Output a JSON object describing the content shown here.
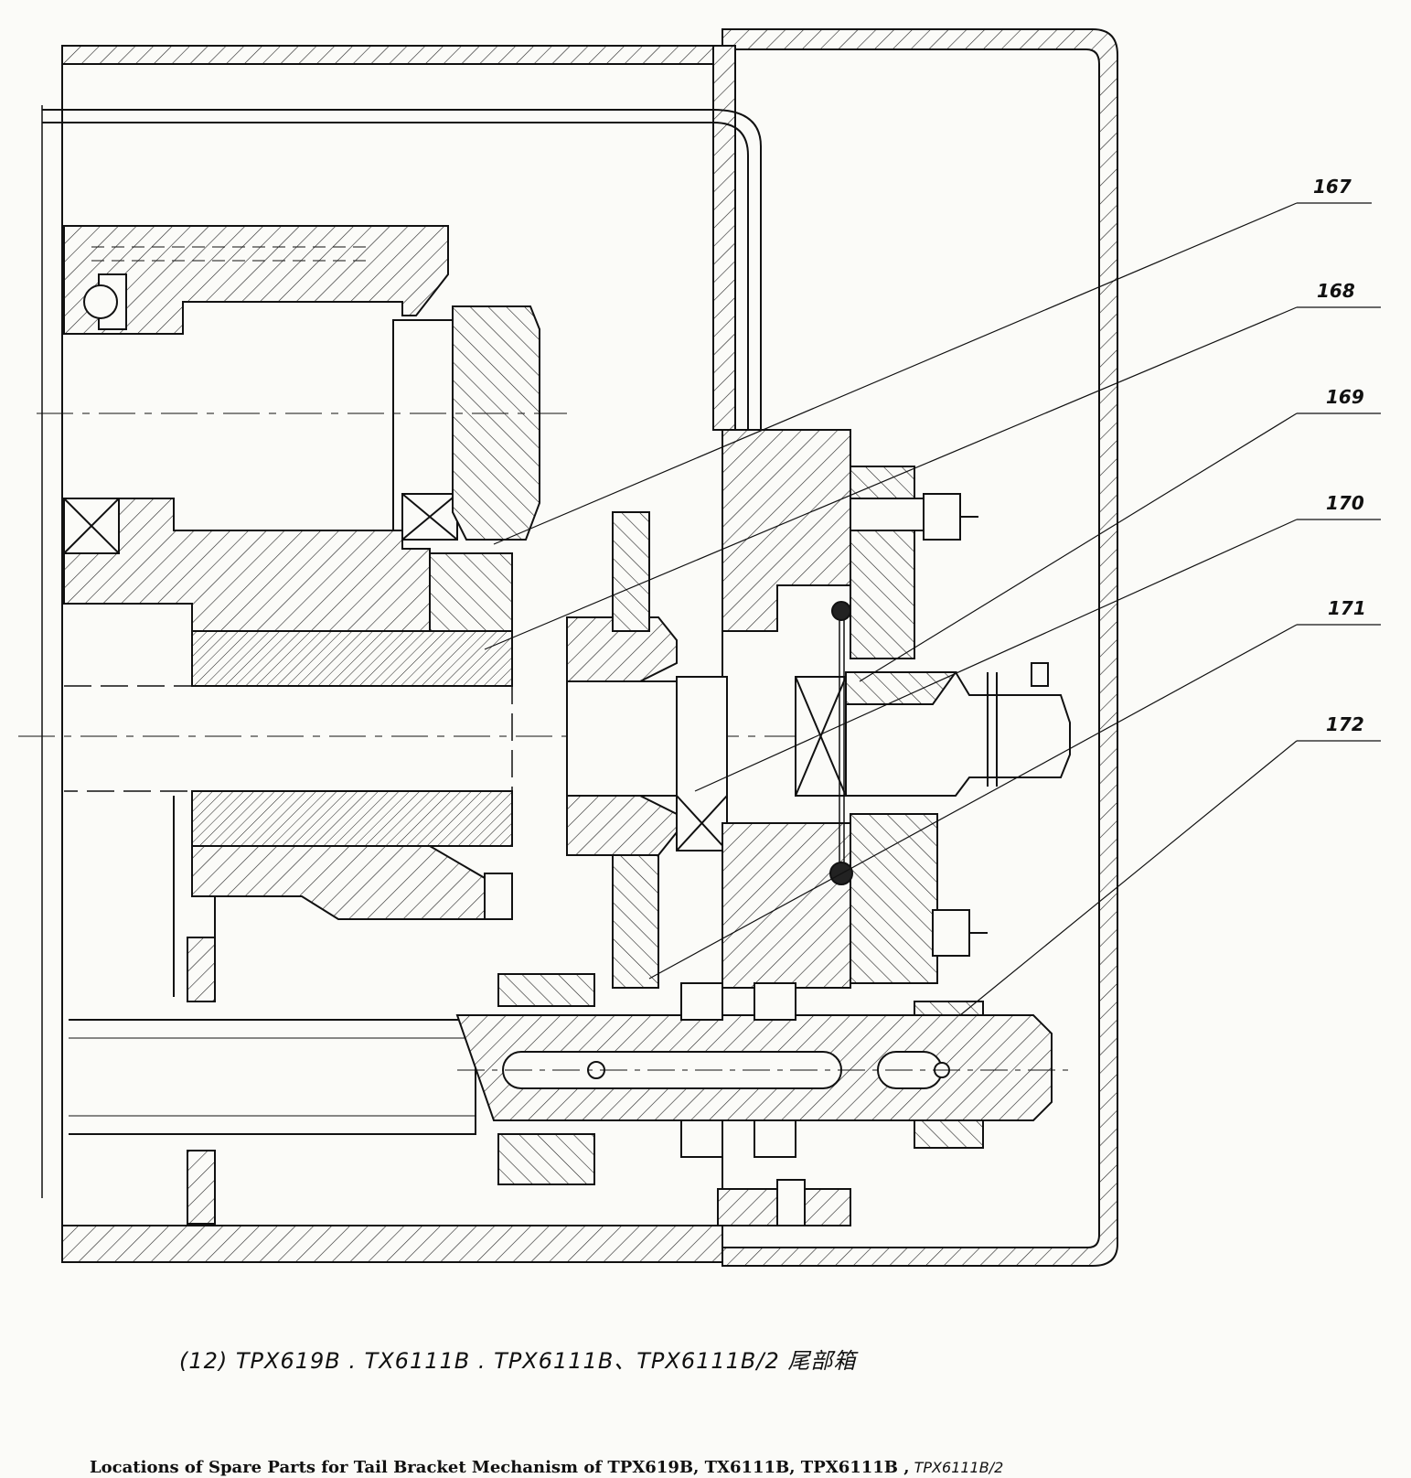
{
  "callouts": [
    "167",
    "168",
    "169",
    "170",
    "171",
    "172"
  ],
  "caption": {
    "figure": "(12)  TPX619B . TX6111B . TPX6111B、TPX6111B/2  尾部箱",
    "english": "Locations of Spare Parts for Tail Bracket Mechanism of TPX619B, TX6111B, TPX6111B ,",
    "english_hand": " TPX6111B/2"
  }
}
